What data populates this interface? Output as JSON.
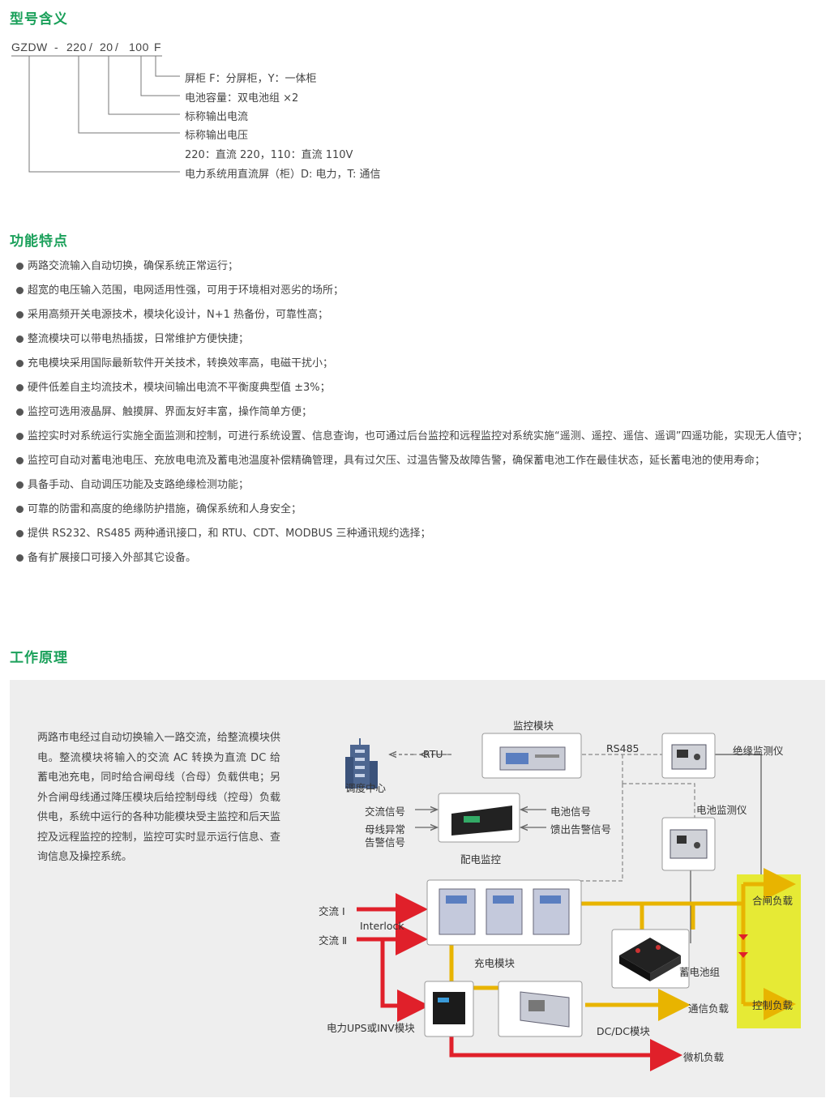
{
  "sections": {
    "model_title": "型号含义",
    "features_title": "功能特点",
    "principle_title": "工作原理"
  },
  "model": {
    "code_parts": [
      "GZDW",
      "-",
      "220",
      "/",
      "20",
      "/",
      "100",
      "F"
    ],
    "legend": [
      "屏柜 F：分屏柜，Y：一体柜",
      "电池容量：双电池组 ×2",
      "标称输出电流",
      "标称输出电压",
      "220：直流 220，110：直流 110V",
      "电力系统用直流屏（柜）D: 电力，T: 通信"
    ]
  },
  "features": [
    "两路交流输入自动切换，确保系统正常运行；",
    "超宽的电压输入范围，电网适用性强，可用于环境相对恶劣的场所；",
    "采用高频开关电源技术，模块化设计，N+1 热备份，可靠性高；",
    "整流模块可以带电热插拔，日常维护方便快捷；",
    "充电模块采用国际最新软件开关技术，转换效率高，电磁干扰小；",
    "硬件低差自主均流技术，模块间输出电流不平衡度典型值 ±3%；",
    "监控可选用液晶屏、触摸屏、界面友好丰富，操作简单方便；",
    "监控实时对系统运行实施全面监测和控制，可进行系统设置、信息查询，也可通过后台监控和远程监控对系统实施“遥测、遥控、遥信、遥调”四遥功能，实现无人值守；",
    " 监控可自动对蓄电池电压、充放电电流及蓄电池温度补偿精确管理，具有过欠压、过温告警及故障告警，确保蓄电池工作在最佳状态，延长蓄电池的使用寿命；",
    "具备手动、自动调压功能及支路绝缘检测功能；",
    "可靠的防雷和高度的绝缘防护措施，确保系统和人身安全；",
    "提供 RS232、RS485 两种通讯接口，和 RTU、CDT、MODBUS 三种通讯规约选择；",
    "备有扩展接口可接入外部其它设备。"
  ],
  "principle": {
    "description": "两路市电经过自动切换输入一路交流，给整流模块供电。整流模块将输入的交流 AC 转换为直流 DC 给蓄电池充电，同时给合闸母线（合母）负载供电；另外合闸母线通过降压模块后给控制母线（控母）负载供电，系统中运行的各种功能模块受主监控和后天监控及远程监控的控制，监控可实时显示运行信息、查询信息及操控系统。",
    "diagram": {
      "monitor_module": "监控模块",
      "rs485": "RS485",
      "rtu": "RTU",
      "dispatch_center": "调度中心",
      "insulation_monitor": "绝缘监测仪",
      "battery_monitor": "电池监测仪",
      "ac_signal": "交流信号",
      "bus_abnormal": "母线异常",
      "alarm_signal": "告警信号",
      "distribution_monitor": "配电监控",
      "battery_signal": "电池信号",
      "feeder_alarm": "馈出告警信号",
      "ac1": "交流 Ⅰ",
      "ac2": "交流 Ⅱ",
      "interlock": "Interlock",
      "charging_module": "充电模块",
      "battery_bank": "蓄电池组",
      "closing_load": "合闸负载",
      "control_load": "控制负载",
      "comm_load": "通信负载",
      "dcdc_module": "DC/DC模块",
      "ups_module": "电力UPS或INV模块",
      "micro_load": "微机负载"
    },
    "colors": {
      "ac_line": "#e0202a",
      "dc_line": "#e8b400",
      "load_panel": "#e6ea35"
    }
  }
}
